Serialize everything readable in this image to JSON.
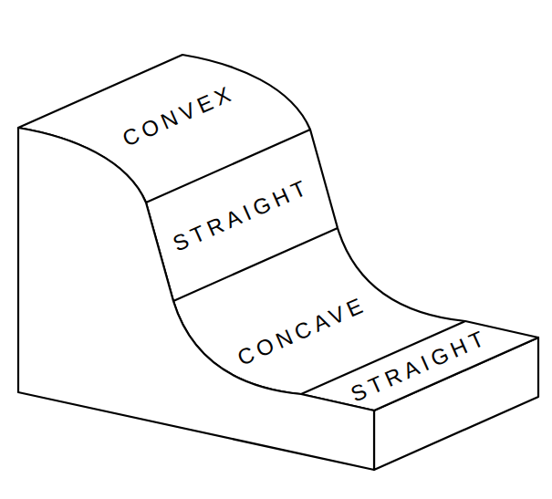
{
  "diagram": {
    "nodes": [
      {
        "text": [
          "CONVEX"
        ]
      },
      {
        "text": [
          "STRAIGHT"
        ]
      },
      {
        "text": [
          "CONCAVE"
        ]
      },
      {
        "text": [
          "STRAIGHT"
        ]
      }
    ]
  }
}
